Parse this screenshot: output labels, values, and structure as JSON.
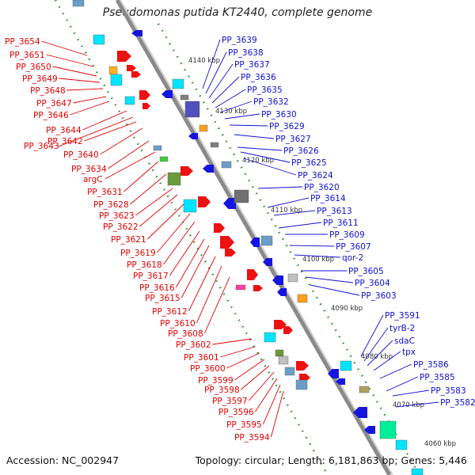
{
  "title": "Pseudomonas putida KT2440, complete genome",
  "footer": {
    "accession": "Accession: NC_002947",
    "summary": "Topology: circular; Length: 6,181,863 bp; Genes: 5,446"
  },
  "colors": {
    "forward_label": "#e00000",
    "reverse_label": "#1010d0",
    "backbone": "#8a8a8a",
    "dots": "#2a8a2a"
  },
  "ticks": [
    "4140 kbp",
    "4130 kbp",
    "4120 kbp",
    "4110 kbp",
    "4100 kbp",
    "4090 kbp",
    "4080 kbp",
    "4070 kbp",
    "4060 kbp"
  ],
  "left_labels": [
    "PP_3654",
    "PP_3651",
    "PP_3650",
    "PP_3649",
    "PP_3648",
    "PP_3647",
    "PP_3646",
    "PP_3644",
    "PP_3643",
    "PP_3642",
    "PP_3640",
    "PP_3634",
    "argC",
    "PP_3631",
    "PP_3628",
    "PP_3623",
    "PP_3622",
    "PP_3621",
    "PP_3619",
    "PP_3618",
    "PP_3617",
    "PP_3616",
    "PP_3615",
    "PP_3612",
    "PP_3610",
    "PP_3608",
    "PP_3602",
    "PP_3601",
    "PP_3600",
    "PP_3599",
    "PP_3598",
    "PP_3597",
    "PP_3596",
    "PP_3595",
    "PP_3594"
  ],
  "right_labels": [
    "PP_3639",
    "PP_3638",
    "PP_3637",
    "PP_3636",
    "PP_3635",
    "PP_3632",
    "PP_3630",
    "PP_3629",
    "PP_3627",
    "PP_3626",
    "PP_3625",
    "PP_3624",
    "PP_3620",
    "PP_3614",
    "PP_3613",
    "PP_3611",
    "PP_3609",
    "PP_3607",
    "qor-2",
    "PP_3605",
    "PP_3604",
    "PP_3603",
    "PP_3591",
    "tyrB-2",
    "sdaC",
    "tpx",
    "PP_3586",
    "PP_3585",
    "PP_3583",
    "PP_3582"
  ]
}
